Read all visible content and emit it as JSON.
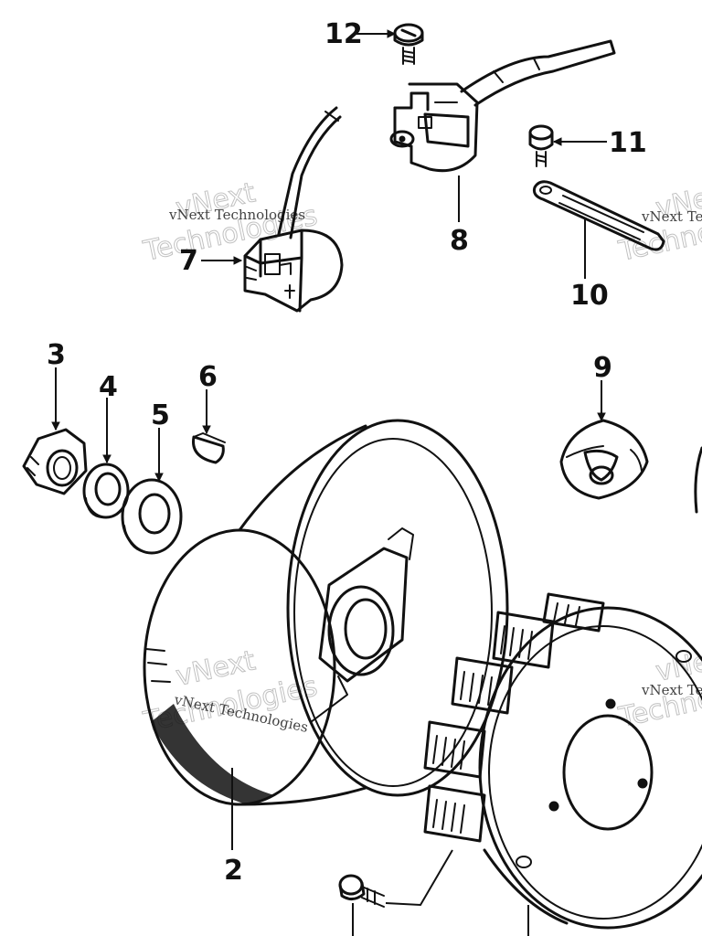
{
  "callouts": {
    "c2": "2",
    "c3": "3",
    "c4": "4",
    "c5": "5",
    "c6": "6",
    "c7": "7",
    "c8": "8",
    "c9": "9",
    "c10": "10",
    "c11": "11",
    "c12": "12"
  },
  "watermark": {
    "small_text": "vNext Technologies",
    "large_line1": "vNext",
    "large_line2": "Technologies"
  },
  "colors": {
    "ink": "#111111",
    "background": "#ffffff"
  }
}
